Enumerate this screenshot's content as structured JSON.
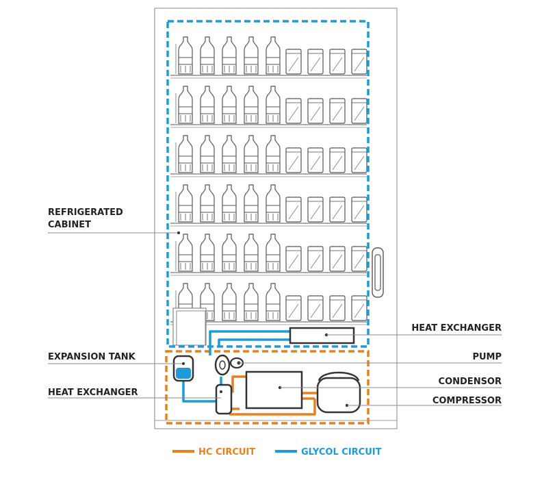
{
  "labels": {
    "refrigerated_cabinet_line1": "REFRIGERATED",
    "refrigerated_cabinet_line2": "CABINET",
    "heat_exchanger_top": "HEAT EXCHANGER",
    "expansion_tank": "EXPANSION TANK",
    "pump": "PUMP",
    "heat_exchanger_bottom": "HEAT EXCHANGER",
    "condensor": "CONDENSOR",
    "compressor": "COMPRESSOR"
  },
  "legend": {
    "hc_circuit": "HC CIRCUIT",
    "glycol_circuit": "GLYCOL CIRCUIT"
  },
  "colors": {
    "hc_orange": "#E8801E",
    "glycol_blue": "#1E9BD7",
    "line_dark": "#333333",
    "line_gray": "#9a9a9a"
  },
  "cabinet": {
    "shelves": 6,
    "bottles_per_shelf": 5,
    "cans_per_shelf": 4
  }
}
